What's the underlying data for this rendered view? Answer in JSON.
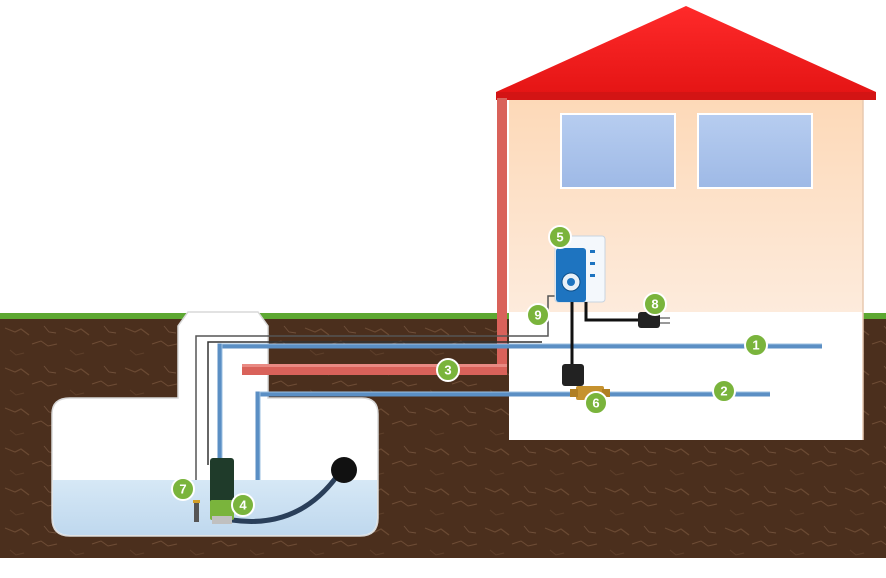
{
  "colors": {
    "roof": "#ee1c1c",
    "wall": "#fde3cc",
    "soil": "#4a2e1c",
    "grass": "#5da832",
    "water": "#cfe3f3",
    "pipe_blue": "#5b8fc4",
    "pipe_red": "#d9625a",
    "marker_green": "#7ab43c"
  },
  "markers": [
    {
      "id": "1",
      "label": "1",
      "meaning_icon": "supply-pipe"
    },
    {
      "id": "2",
      "label": "2",
      "meaning_icon": "feed-pipe"
    },
    {
      "id": "3",
      "label": "3",
      "meaning_icon": "overflow-pipe"
    },
    {
      "id": "4",
      "label": "4",
      "meaning_icon": "submersible-pump"
    },
    {
      "id": "5",
      "label": "5",
      "meaning_icon": "control-unit"
    },
    {
      "id": "6",
      "label": "6",
      "meaning_icon": "solenoid-valve"
    },
    {
      "id": "7",
      "label": "7",
      "meaning_icon": "float-sensor"
    },
    {
      "id": "8",
      "label": "8",
      "meaning_icon": "power-plug"
    },
    {
      "id": "9",
      "label": "9",
      "meaning_icon": "sensor-cable"
    }
  ]
}
